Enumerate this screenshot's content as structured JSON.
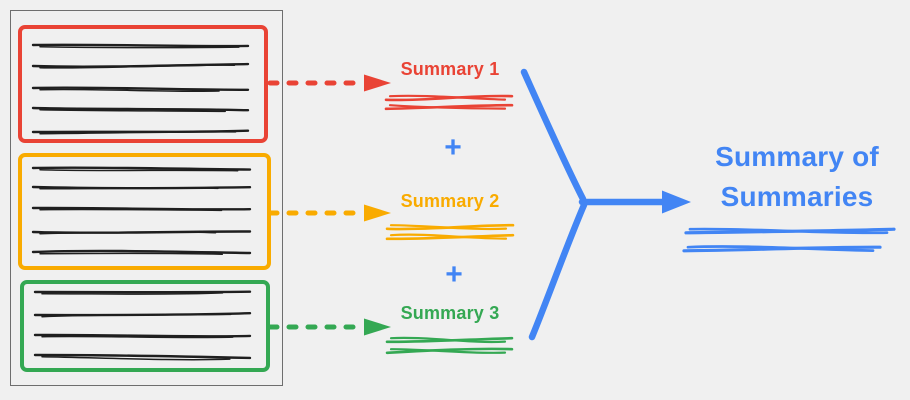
{
  "colors": {
    "background": "#f0f0f0",
    "document_border": "#6e6e6e",
    "ink": "#1f1f1f",
    "red": "#e94335",
    "orange": "#f9ab00",
    "green": "#34a853",
    "blue": "#4285f4"
  },
  "document": {
    "sections": [
      {
        "name": "section-1",
        "box_color": "red",
        "text_lines": 5,
        "summary_label": "Summary 1"
      },
      {
        "name": "section-2",
        "box_color": "orange",
        "text_lines": 5,
        "summary_label": "Summary 2"
      },
      {
        "name": "section-3",
        "box_color": "green",
        "text_lines": 4,
        "summary_label": "Summary 3"
      }
    ]
  },
  "flow": {
    "plus_sign": "+",
    "final_label": "Summary of Summaries"
  }
}
